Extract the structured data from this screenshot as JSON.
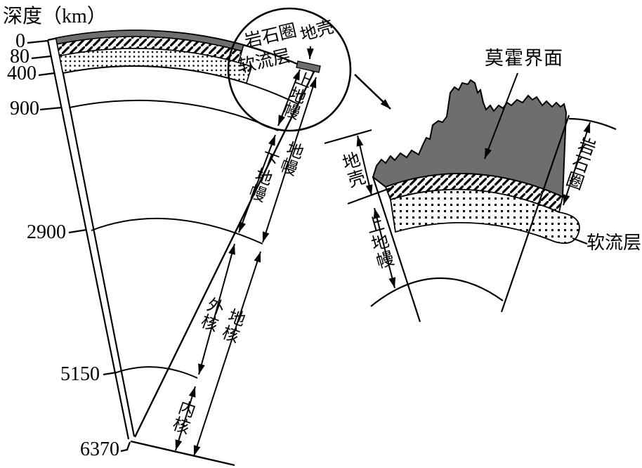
{
  "main_section": {
    "axis_title": "深度（km）",
    "depth_ticks": [
      "0",
      "80",
      "400",
      "900",
      "2900",
      "5150",
      "6370"
    ],
    "inset_labels": {
      "crust": "地壳",
      "lithosphere": "岩石圈",
      "asthenosphere": "软流层",
      "upper_mantle": "上地幔"
    },
    "layer_spans": {
      "mantle": "地幔",
      "lower_mantle": "下地幔",
      "outer_core": "外核",
      "core": "地核",
      "inner_core": "内核"
    }
  },
  "enlarged_section": {
    "moho_label": "莫霍界面",
    "crust": "地壳",
    "lithosphere": "岩石圈",
    "upper_mantle": "上地幔",
    "asthenosphere": "软流层"
  },
  "colors": {
    "crust_fill": "#6e6e6e",
    "line": "#000000",
    "background": "#ffffff"
  }
}
